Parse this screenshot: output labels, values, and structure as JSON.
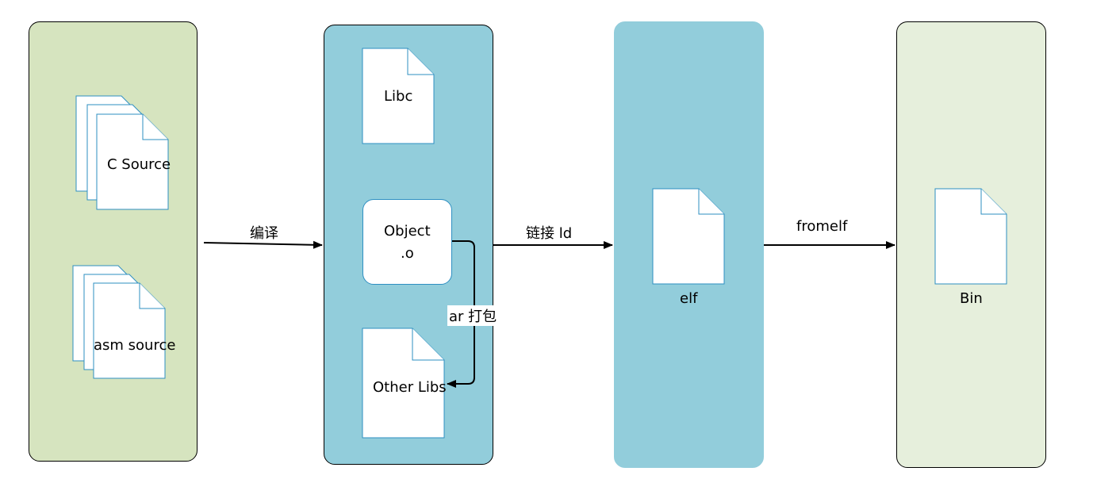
{
  "colors": {
    "source_panel": "#d6e4bf",
    "object_panel": "#92cddb",
    "elf_panel": "#92cddb",
    "bin_panel": "#e6efdc",
    "doc_stroke": "#2e8fc2"
  },
  "source_files": {
    "c_source": "C Source",
    "asm_source": "asm source"
  },
  "libs": {
    "libc": "Libc",
    "object_line1": "Object",
    "object_line2": ".o",
    "other_libs": "Other Libs"
  },
  "outputs": {
    "elf": "elf",
    "bin": "Bin"
  },
  "edges": {
    "compile": "编译",
    "link": "链接 ld",
    "archive": "ar 打包",
    "fromelf": "fromelf"
  }
}
